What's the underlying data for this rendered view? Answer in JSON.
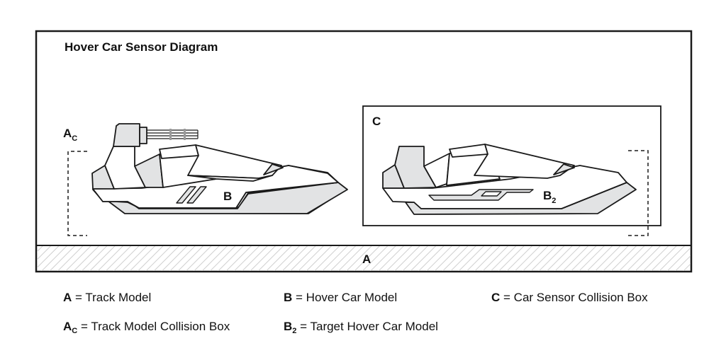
{
  "title": "Hover Car Sensor Diagram",
  "colors": {
    "stroke": "#1a1a1a",
    "fill_gray": "#e2e3e4",
    "hatch": "#cfcfcf",
    "background": "#ffffff"
  },
  "labels": {
    "track": "A",
    "track_collision_main": "A",
    "track_collision_sub": "C",
    "hover_car": "B",
    "target_car_main": "B",
    "target_car_sub": "2",
    "sensor_box": "C"
  },
  "legend": [
    {
      "key": "A",
      "sub": "",
      "text": "= Track Model"
    },
    {
      "key": "B",
      "sub": "",
      "text": "= Hover Car Model"
    },
    {
      "key": "C",
      "sub": "",
      "text": "= Car Sensor Collision Box"
    },
    {
      "key": "A",
      "sub": "C",
      "text": "= Track Model Collision Box"
    },
    {
      "key": "B",
      "sub": "2",
      "text": "= Target Hover Car Model"
    }
  ]
}
